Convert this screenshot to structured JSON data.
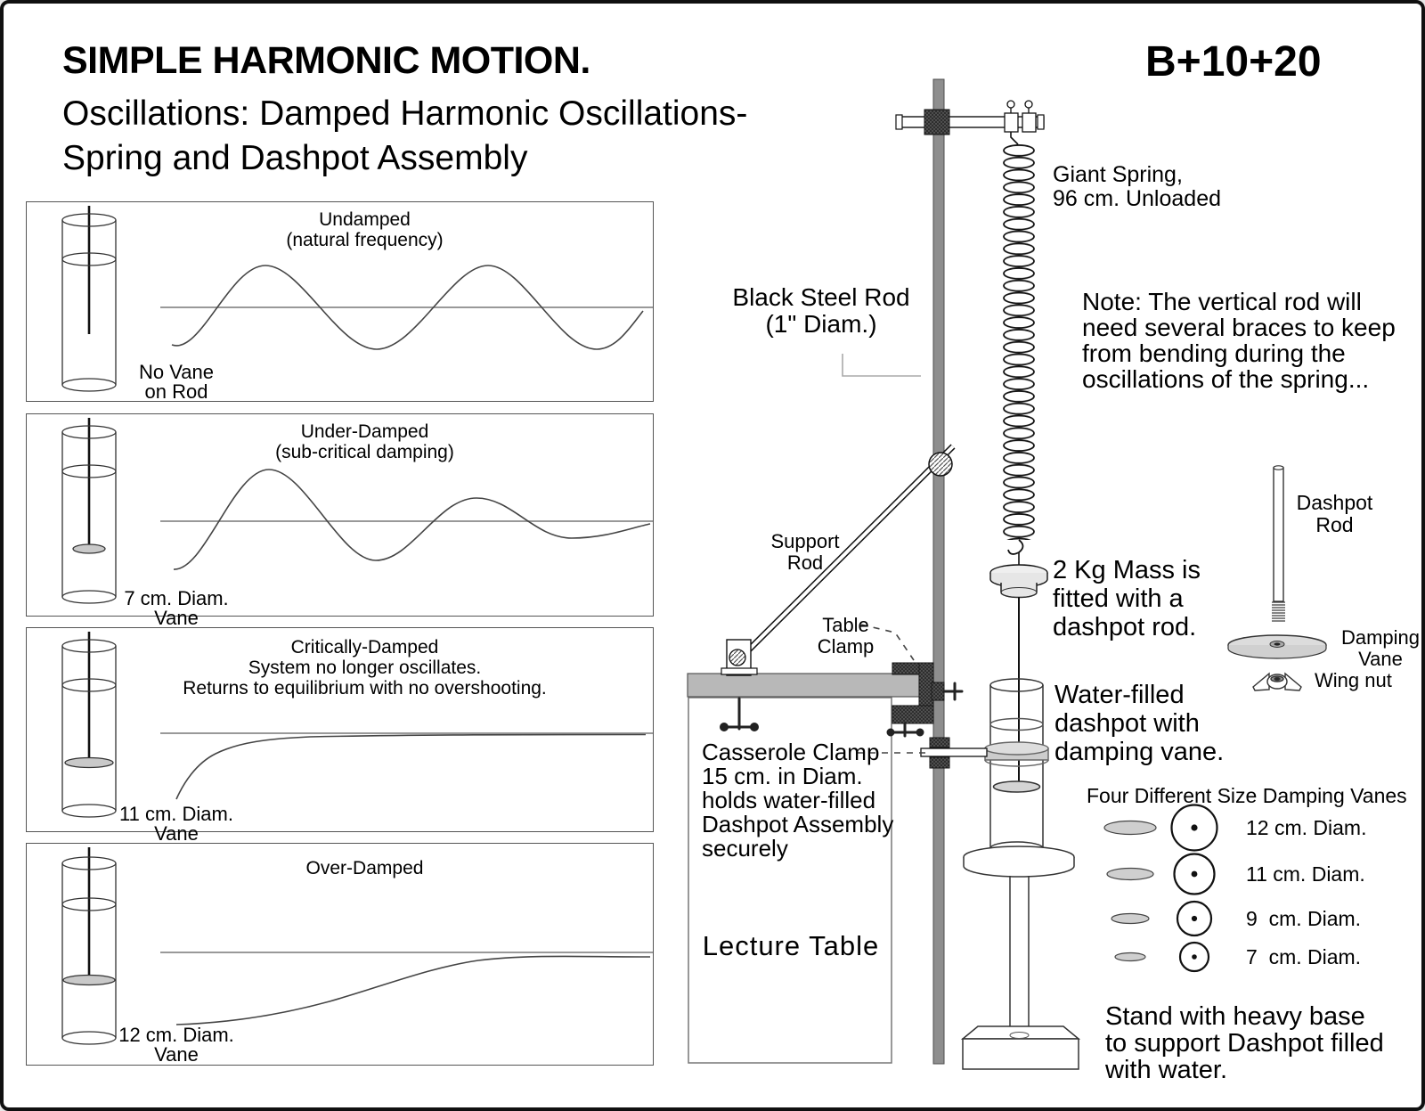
{
  "header": {
    "title": "SIMPLE HARMONIC MOTION.",
    "code": "B+10+20",
    "subtitle_line1": "Oscillations: Damped Harmonic Oscillations-",
    "subtitle_line2": "Spring and Dashpot Assembly"
  },
  "panels": [
    {
      "t1": "Undamped",
      "t2": "(natural frequency)",
      "c1": "No Vane",
      "c2": "on Rod"
    },
    {
      "t1": "Under-Damped",
      "t2": "(sub-critical damping)",
      "c1": "7 cm. Diam.",
      "c2": "Vane"
    },
    {
      "t1": "Critically-Damped",
      "t2": "System no longer oscillates.",
      "t3": "Returns to equilibrium with no overshooting.",
      "c1": "11 cm. Diam.",
      "c2": "Vane"
    },
    {
      "t1": "Over-Damped",
      "c1": "12 cm. Diam.",
      "c2": "Vane"
    }
  ],
  "apparatus": {
    "black_steel_rod": [
      "Black Steel Rod",
      "(1\" Diam.)"
    ],
    "giant_spring": [
      "Giant Spring,",
      "96 cm. Unloaded"
    ],
    "note": [
      "Note: The vertical rod will",
      "need several braces to keep",
      "from bending during the",
      "oscillations of the spring..."
    ],
    "support_rod": [
      "Support",
      "Rod"
    ],
    "table_clamp": [
      "Table",
      "Clamp"
    ],
    "casserole_clamp": [
      "Casserole Clamp",
      "15 cm. in Diam.",
      "holds water-filled",
      "Dashpot Assembly",
      "securely"
    ],
    "lecture_table": "Lecture Table",
    "mass": [
      "2 Kg Mass is",
      "fitted with a",
      "dashpot rod."
    ],
    "water_dashpot": [
      "Water-filled",
      "dashpot with",
      "damping vane."
    ],
    "dashpot_rod": [
      "Dashpot",
      "Rod"
    ],
    "damping_vane": [
      "Damping",
      "Vane"
    ],
    "wing_nut": "Wing nut",
    "vanes_heading": "Four Different Size Damping Vanes",
    "vane_sizes": [
      "12 cm. Diam.",
      "11 cm. Diam.",
      "9  cm. Diam.",
      "7  cm. Diam."
    ],
    "stand": [
      "Stand with heavy base",
      "to support Dashpot filled",
      "with water."
    ]
  }
}
